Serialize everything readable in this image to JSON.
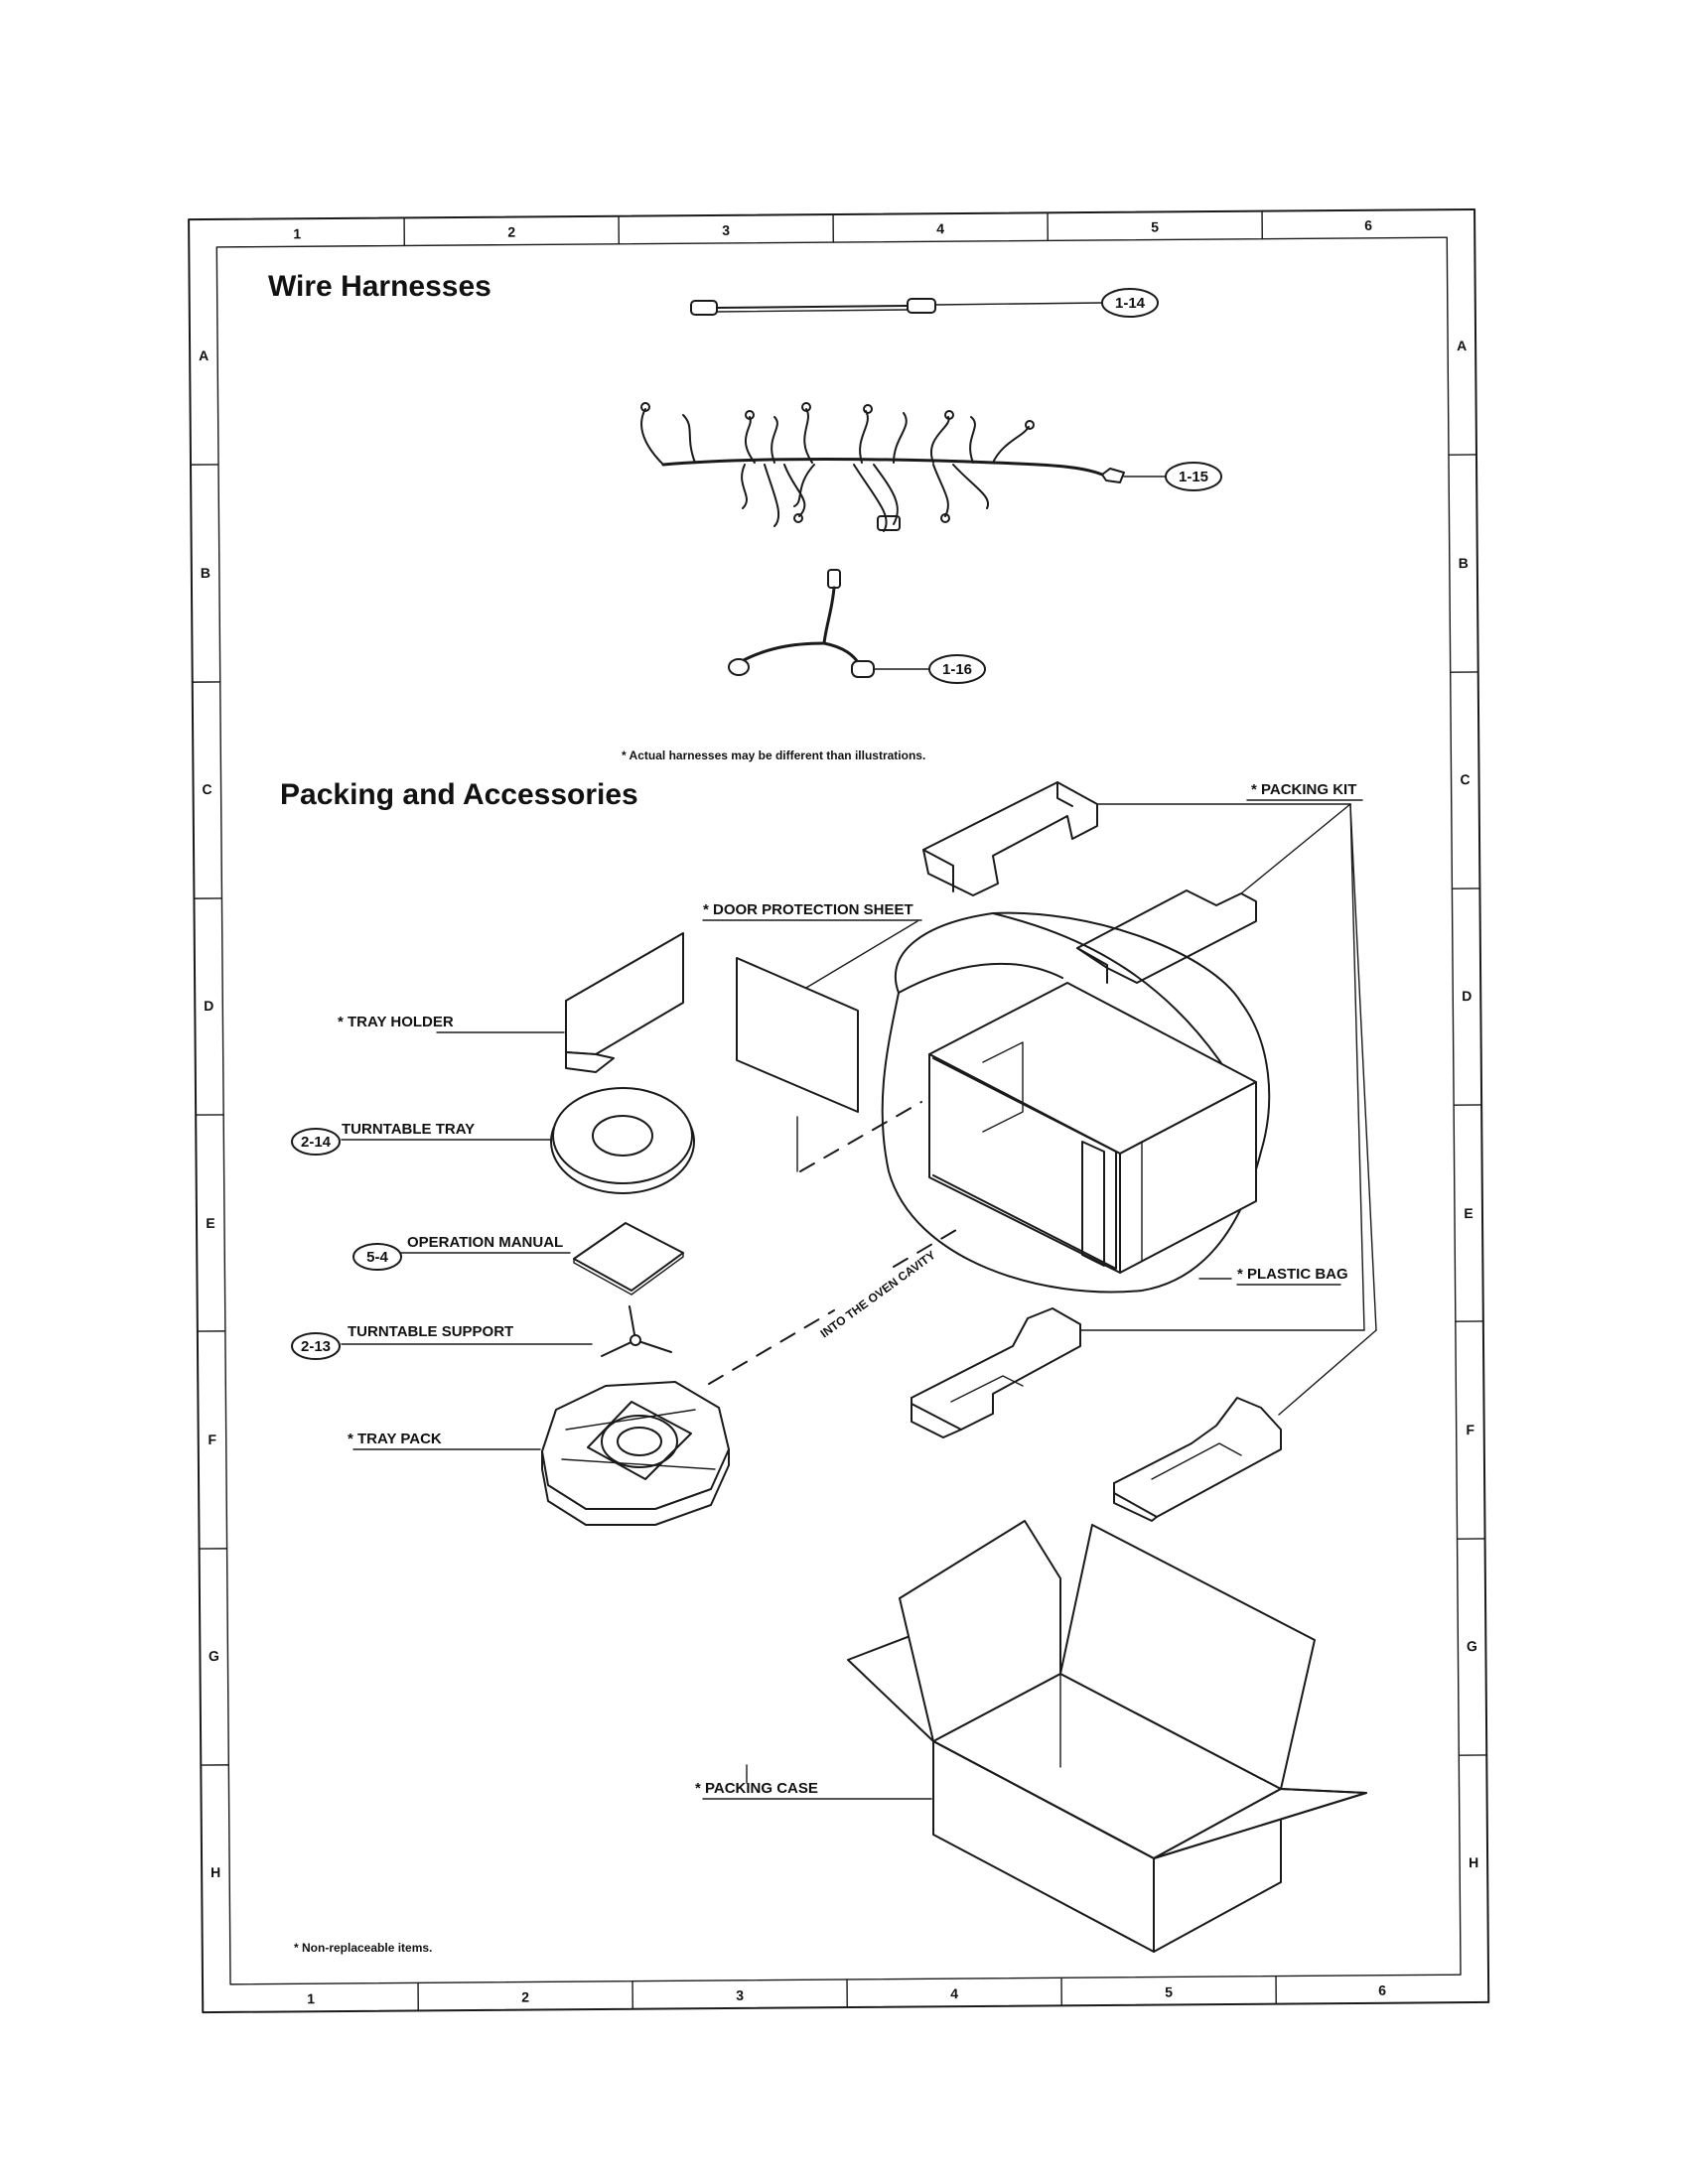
{
  "headings": {
    "wire_harnesses": "Wire Harnesses",
    "packing_accessories": "Packing and Accessories"
  },
  "notes": {
    "harness_note": "* Actual harnesses may be different than illustrations.",
    "non_replaceable": "* Non-replaceable items.",
    "into_cavity": "INTO THE OVEN CAVITY"
  },
  "grid": {
    "columns": [
      "1",
      "2",
      "3",
      "4",
      "5",
      "6"
    ],
    "rows": [
      "A",
      "B",
      "C",
      "D",
      "E",
      "F",
      "G",
      "H"
    ]
  },
  "harnesses": [
    {
      "ref": "1-14"
    },
    {
      "ref": "1-15"
    },
    {
      "ref": "1-16"
    }
  ],
  "parts": {
    "packing_kit": "* PACKING KIT",
    "door_protection_sheet": "* DOOR PROTECTION SHEET",
    "tray_holder": "* TRAY HOLDER",
    "turntable_tray": {
      "ref": "2-14",
      "label": "TURNTABLE TRAY"
    },
    "operation_manual": {
      "ref": "5-4",
      "label": "OPERATION MANUAL"
    },
    "turntable_support": {
      "ref": "2-13",
      "label": "TURNTABLE SUPPORT"
    },
    "tray_pack": "* TRAY PACK",
    "plastic_bag": "* PLASTIC BAG",
    "packing_case": "* PACKING CASE"
  }
}
